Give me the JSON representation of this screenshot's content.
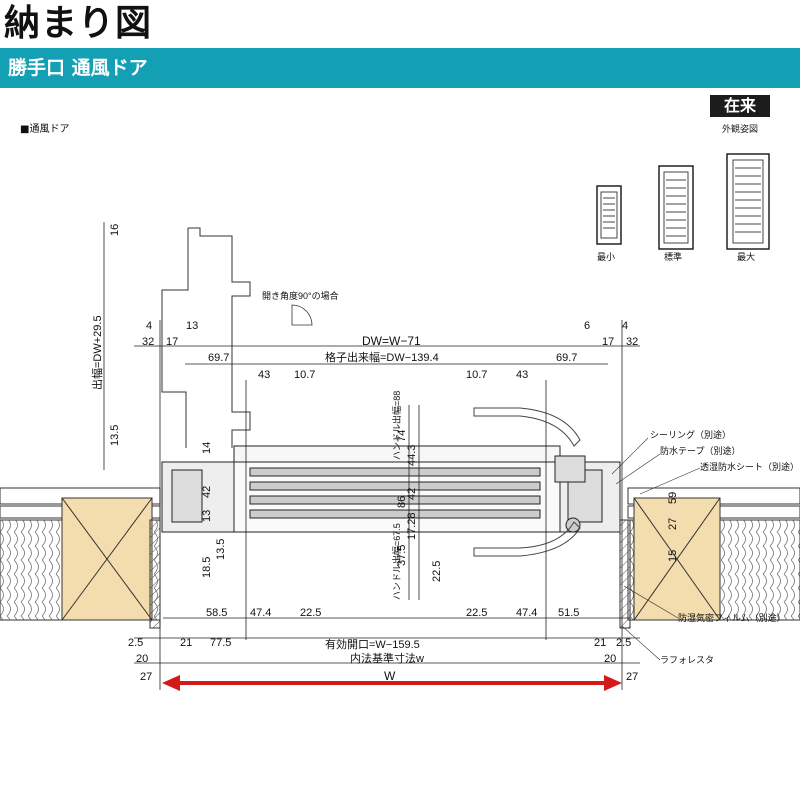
{
  "header": {
    "title": "納まり図",
    "banner": "勝手口 通風ドア"
  },
  "badge": {
    "label": "在来",
    "sub": "外観姿図"
  },
  "section_label": "■通風ドア",
  "thumbnails": [
    {
      "label": "最小"
    },
    {
      "label": "標準"
    },
    {
      "label": "最大"
    }
  ],
  "notes": {
    "open_angle": "開き角度90°の場合",
    "sealing": "シーリング（別途）",
    "waterproof_tape": "防水テープ（別途）",
    "permeable_sheet": "透湿防水シート（別途）",
    "vapor_film": "防湿気密フィルム（別途）",
    "lath": "ラフォレスタ"
  },
  "dims": {
    "dw": "DW=W−71",
    "grid": "格子出来幅=DW−139.4",
    "effective": "有効開口=W−159.5",
    "inner": "内法基準寸法w",
    "w": "W",
    "out_width": "出幅=DW+29.5",
    "handle1": "ハンドル出幅=88",
    "handle2": "ハンドル出幅=67.5",
    "d16": "16",
    "d13_5a": "13.5",
    "d4a": "4",
    "d13": "13",
    "d32a": "32",
    "d17a": "17",
    "d69_7a": "69.7",
    "d69_7b": "69.7",
    "d43a": "43",
    "d10_7a": "10.7",
    "d10_7b": "10.7",
    "d43b": "43",
    "d6": "6",
    "d17b": "17",
    "d4b": "4",
    "d32b": "32",
    "d14": "14",
    "d74": "74",
    "d44_3": "44.3",
    "d59": "59",
    "d42a": "42",
    "d86": "86",
    "d42b": "42",
    "d27a": "27",
    "d13b": "13",
    "d13_5b": "13.5",
    "d17_28": "17.28",
    "d15": "15",
    "d18_5": "18.5",
    "d37_5": "37.5",
    "d22_5v": "22.5",
    "d58_5": "58.5",
    "d47_4a": "47.4",
    "d22_5a": "22.5",
    "d22_5b": "22.5",
    "d47_4b": "47.4",
    "d51_5": "51.5",
    "d2_5a": "2.5",
    "d21a": "21",
    "d77_5": "77.5",
    "d21b": "21",
    "d2_5b": "2.5",
    "d20a": "20",
    "d20b": "20",
    "d27b": "27",
    "d27c": "27"
  },
  "colors": {
    "banner": "#14a0b4",
    "insulation": "#f3dcae",
    "arrow": "#d41919"
  }
}
